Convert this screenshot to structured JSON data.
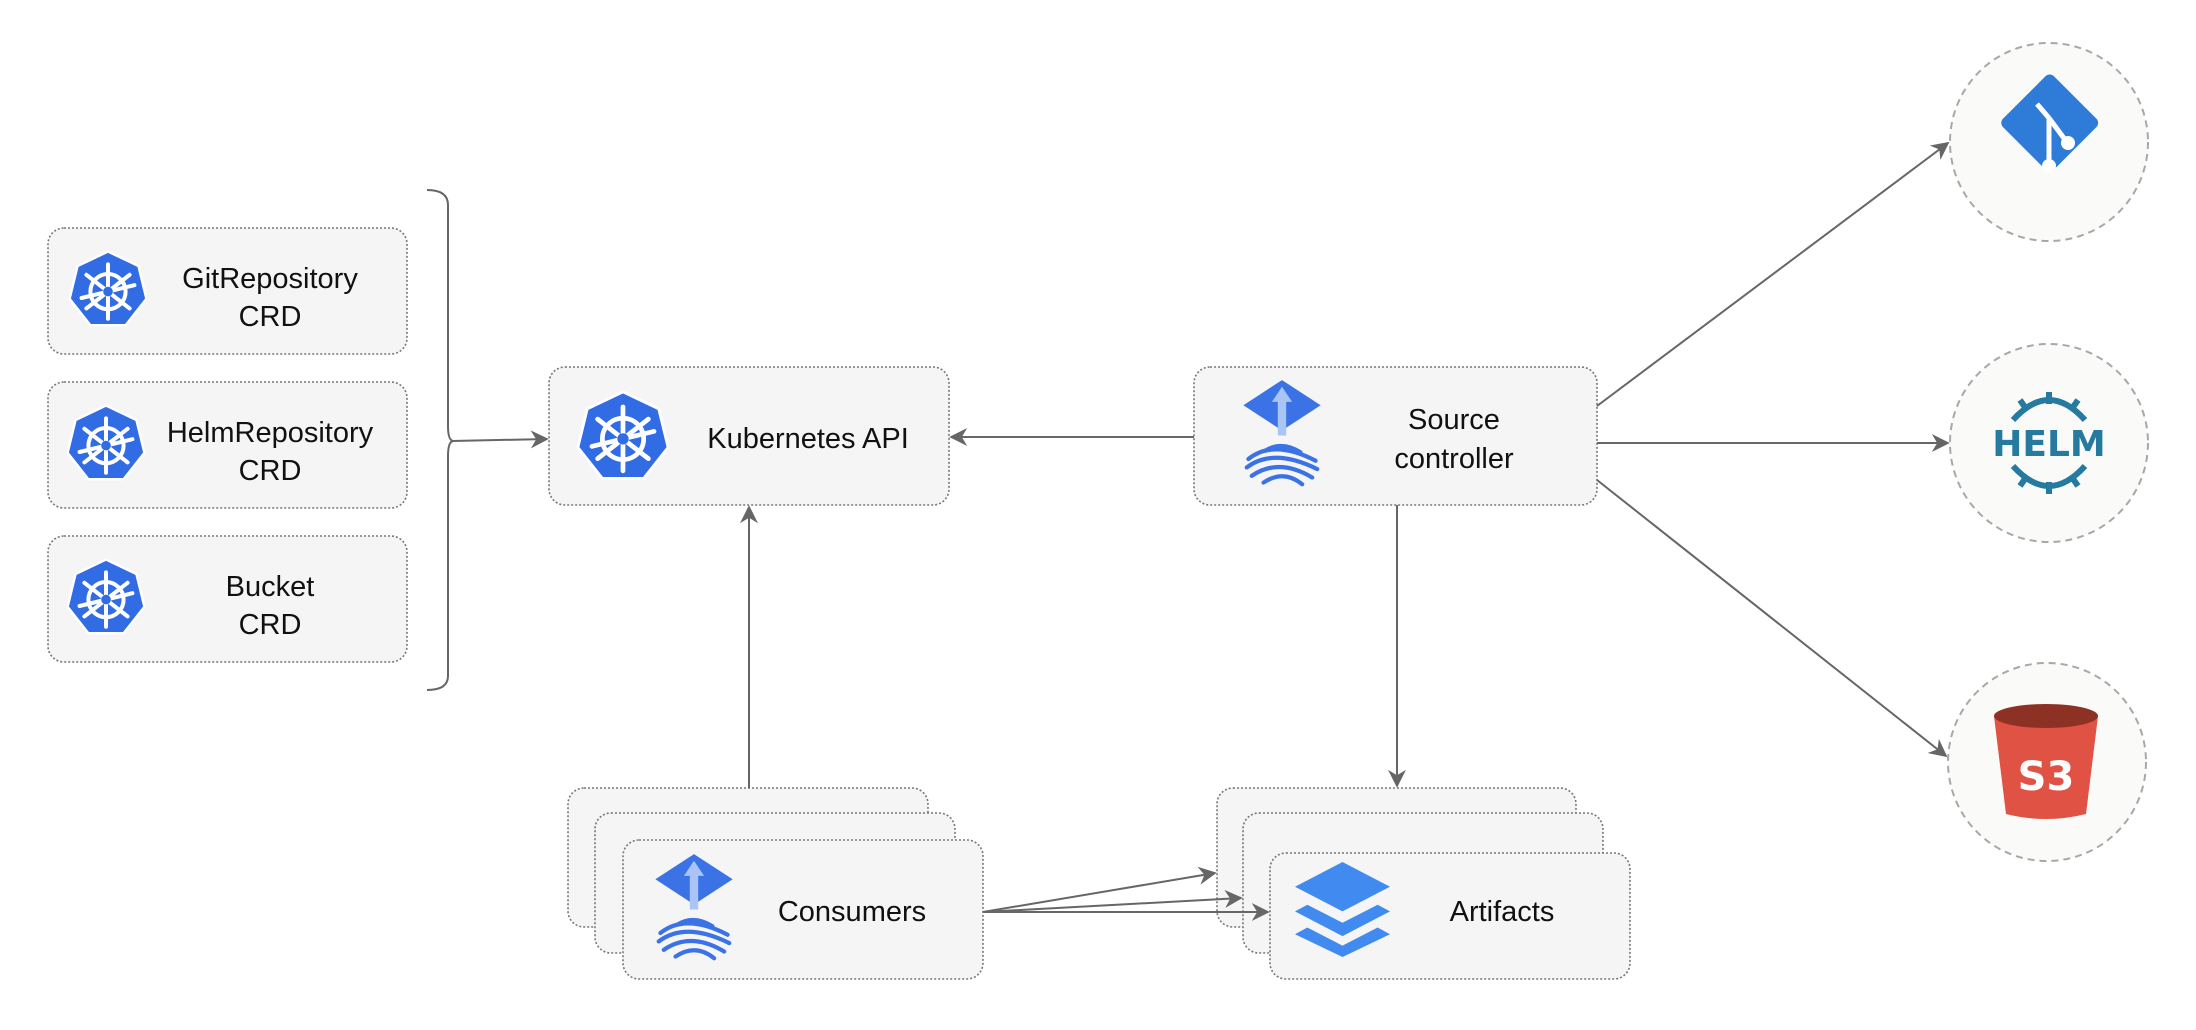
{
  "nodes": {
    "git_repository_crd": {
      "line1": "GitRepository",
      "line2": "CRD",
      "icon": "kubernetes-icon"
    },
    "helm_repository_crd": {
      "line1": "HelmRepository",
      "line2": "CRD",
      "icon": "kubernetes-icon"
    },
    "bucket_crd": {
      "line1": "Bucket",
      "line2": "CRD",
      "icon": "kubernetes-icon"
    },
    "kubernetes_api": {
      "label": "Kubernetes API",
      "icon": "kubernetes-icon"
    },
    "source_controller": {
      "line1": "Source",
      "line2": "controller",
      "icon": "flux-icon"
    },
    "consumers": {
      "label": "Consumers",
      "icon": "flux-icon"
    },
    "artifacts": {
      "label": "Artifacts",
      "icon": "layers-icon"
    },
    "git": {
      "icon": "git-icon"
    },
    "helm": {
      "icon": "helm-icon",
      "logo_text": "HELM"
    },
    "s3": {
      "icon": "s3-bucket-icon",
      "logo_text": "S3"
    }
  },
  "edges": [
    {
      "from": "crds",
      "to": "kubernetes_api"
    },
    {
      "from": "source_controller",
      "to": "kubernetes_api"
    },
    {
      "from": "consumers",
      "to": "kubernetes_api"
    },
    {
      "from": "source_controller",
      "to": "git"
    },
    {
      "from": "source_controller",
      "to": "helm"
    },
    {
      "from": "source_controller",
      "to": "s3"
    },
    {
      "from": "source_controller",
      "to": "artifacts"
    },
    {
      "from": "consumers",
      "to": "artifacts"
    }
  ],
  "colors": {
    "kubernetes": "#326ce5",
    "flux": "#3b73e6",
    "git": "#2f7bd8",
    "helm": "#277a9f",
    "s3": "#e05243",
    "s3_dark": "#8c3123",
    "node_fill": "#f5f5f5"
  }
}
